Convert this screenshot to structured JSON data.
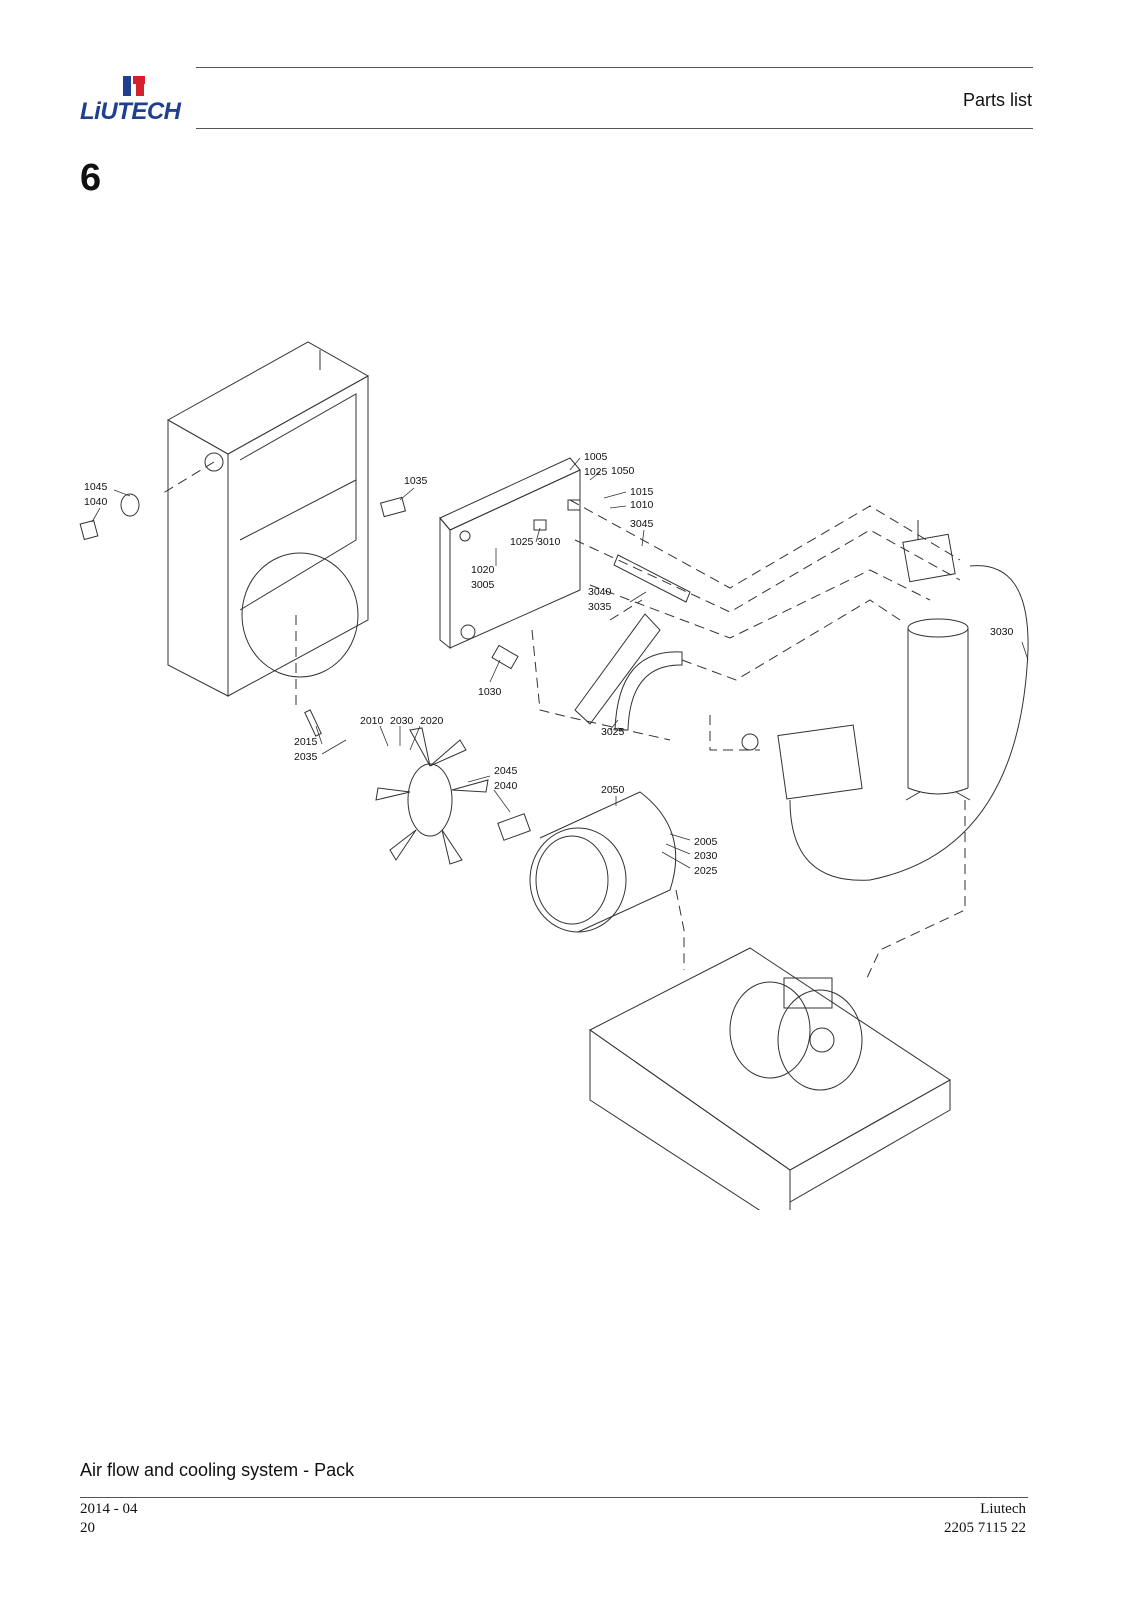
{
  "header": {
    "brand": "LiUTECH",
    "title": "Parts list"
  },
  "section_number": "6",
  "diagram": {
    "callouts": [
      "1045",
      "1040",
      "1035",
      "1005",
      "1025",
      "1050",
      "1015",
      "1010",
      "3045",
      "1025",
      "3010",
      "1020",
      "3005",
      "3040",
      "3035",
      "3030",
      "1030",
      "2010",
      "2030",
      "2020",
      "2015",
      "2035",
      "3025",
      "2045",
      "2040",
      "2050",
      "2005",
      "2030",
      "2025"
    ]
  },
  "caption": "Air flow and cooling system - Pack",
  "footer": {
    "date": "2014 - 04",
    "page": "20",
    "company": "Liutech",
    "doc_number": "2205 7115 22"
  },
  "colors": {
    "brand_blue": "#1f3f8f",
    "brand_red": "#d2202f"
  }
}
